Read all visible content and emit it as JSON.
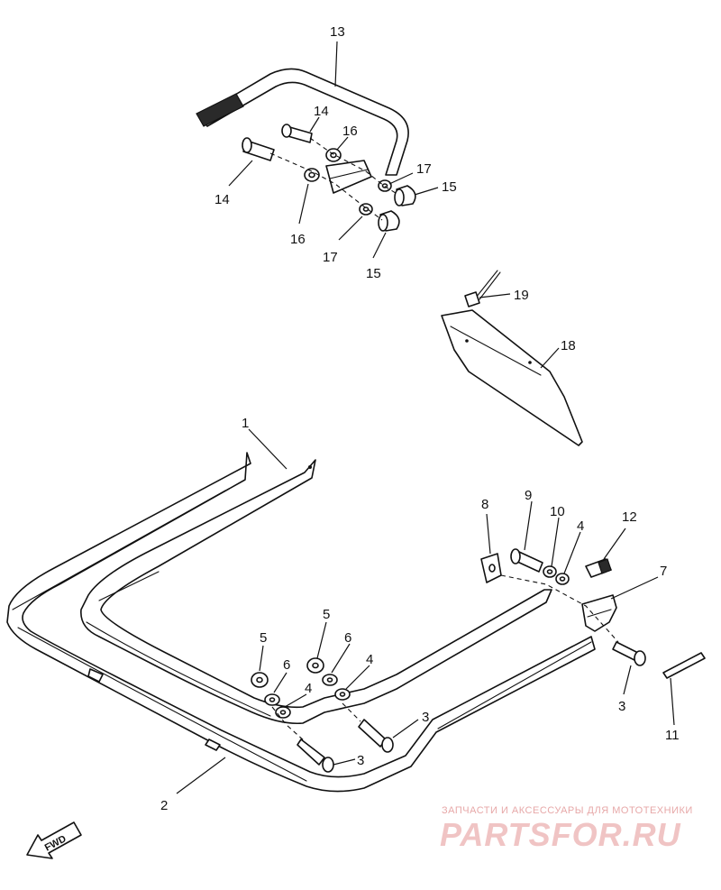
{
  "callouts": {
    "c1": "1",
    "c2": "2",
    "c3a": "3",
    "c3b": "3",
    "c3c": "3",
    "c4a": "4",
    "c4b": "4",
    "c4c": "4",
    "c5a": "5",
    "c5b": "5",
    "c6a": "6",
    "c6b": "6",
    "c7": "7",
    "c8": "8",
    "c9": "9",
    "c10": "10",
    "c11": "11",
    "c12": "12",
    "c13": "13",
    "c14a": "14",
    "c14b": "14",
    "c15a": "15",
    "c15b": "15",
    "c16a": "16",
    "c16b": "16",
    "c17a": "17",
    "c17b": "17",
    "c18": "18",
    "c19": "19"
  },
  "fwd_label": "FWD",
  "watermark": {
    "caption": "ЗАПЧАСТИ И АКСЕССУАРЫ ДЛЯ МОТОТЕХНИКИ",
    "logo": "PARTSFOR.RU"
  },
  "colors": {
    "line": "#111111",
    "background": "#ffffff",
    "watermark_caption": "#e7a8a8",
    "watermark_logo": "#f0c4c4"
  }
}
